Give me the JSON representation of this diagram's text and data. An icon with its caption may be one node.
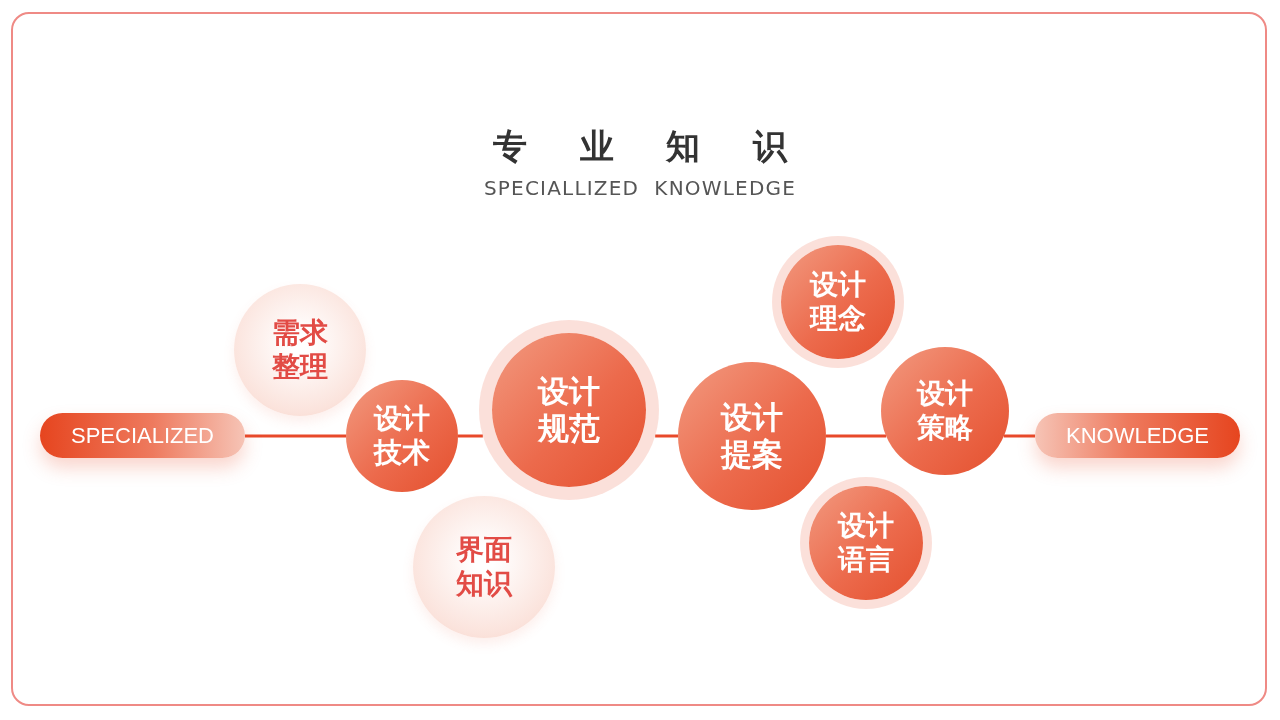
{
  "diagram": {
    "title": "专业知识",
    "nodes": [
      {
        "text": [
          "SPECIALIZED"
        ]
      },
      {
        "text": [
          "需求整理"
        ]
      },
      {
        "text": [
          "设计技术"
        ]
      },
      {
        "text": [
          "界面知识"
        ]
      },
      {
        "text": [
          "设计规范"
        ]
      },
      {
        "text": [
          "设计提案"
        ]
      },
      {
        "text": [
          "设计理念"
        ]
      },
      {
        "text": [
          "设计语言"
        ]
      },
      {
        "text": [
          "设计策略"
        ]
      },
      {
        "text": [
          "KNOWLEDGE"
        ]
      }
    ],
    "edges": [
      {
        "from": 0,
        "to": 2,
        "arrow": "none"
      },
      {
        "from": 2,
        "to": 4,
        "arrow": "none"
      },
      {
        "from": 4,
        "to": 5,
        "arrow": "none"
      },
      {
        "from": 5,
        "to": 8,
        "arrow": "none"
      },
      {
        "from": 8,
        "to": 9,
        "arrow": "none"
      }
    ],
    "labels": [
      "SPECIALLIZED  KNOWLEDGE"
    ]
  }
}
